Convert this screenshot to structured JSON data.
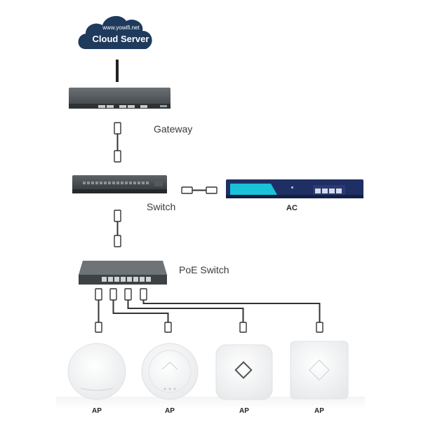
{
  "cloud": {
    "url": "www.yowifi.net",
    "title": "Cloud Server"
  },
  "labels": {
    "gateway": "Gateway",
    "switch": "Switch",
    "ac": "AC",
    "poe_switch": "PoE Switch",
    "ap": [
      "AP",
      "AP",
      "AP",
      "AP"
    ]
  },
  "colors": {
    "cloud": "#1e3a5c",
    "device_dark": "#4a4f52",
    "ac_body": "#1f2f63",
    "ac_accent": "#19c2d8",
    "cable": "#333333"
  }
}
